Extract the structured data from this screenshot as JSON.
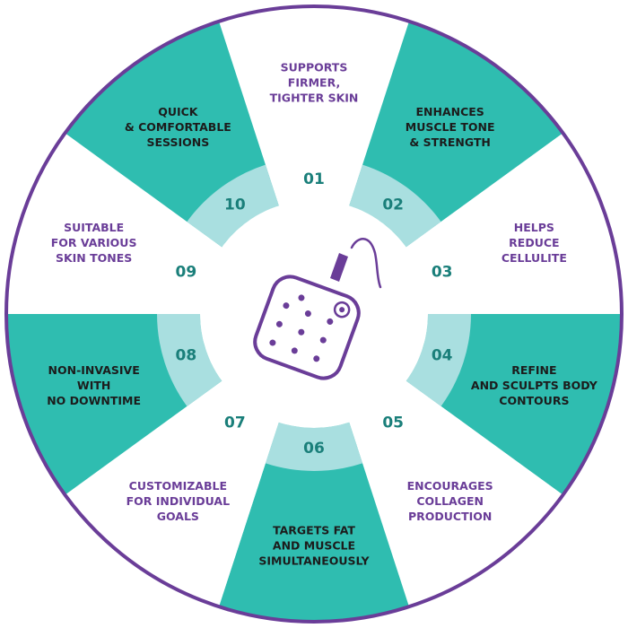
{
  "colors": {
    "teal": "#2fbdb0",
    "light_teal": "#a9dfe0",
    "white": "#ffffff",
    "purple": "#6a3d98",
    "dark_text": "#1c1c1c",
    "number_text": "#1a7f7a"
  },
  "center_icon": "ems-device-pad-icon",
  "segments": [
    {
      "number": "01",
      "lines": [
        "SUPPORTS",
        "FIRMER,",
        "TIGHTER SKIN"
      ],
      "style": "white"
    },
    {
      "number": "02",
      "lines": [
        "ENHANCES",
        "MUSCLE TONE",
        "& STRENGTH"
      ],
      "style": "teal"
    },
    {
      "number": "03",
      "lines": [
        "HELPS",
        "REDUCE",
        "CELLULITE"
      ],
      "style": "white"
    },
    {
      "number": "04",
      "lines": [
        "REFINE",
        "AND SCULPTS BODY",
        "CONTOURS"
      ],
      "style": "teal"
    },
    {
      "number": "05",
      "lines": [
        "ENCOURAGES",
        "COLLAGEN",
        "PRODUCTION"
      ],
      "style": "white"
    },
    {
      "number": "06",
      "lines": [
        "TARGETS FAT",
        "AND MUSCLE",
        "SIMULTANEOUSLY"
      ],
      "style": "teal"
    },
    {
      "number": "07",
      "lines": [
        "CUSTOMIZABLE",
        "FOR INDIVIDUAL",
        "GOALS"
      ],
      "style": "white"
    },
    {
      "number": "08",
      "lines": [
        "NON-INVASIVE",
        "WITH",
        "NO DOWNTIME"
      ],
      "style": "teal"
    },
    {
      "number": "09",
      "lines": [
        "SUITABLE",
        "FOR VARIOUS",
        "SKIN TONES"
      ],
      "style": "white"
    },
    {
      "number": "10",
      "lines": [
        "QUICK",
        "& COMFORTABLE",
        "SESSIONS"
      ],
      "style": "teal"
    }
  ]
}
